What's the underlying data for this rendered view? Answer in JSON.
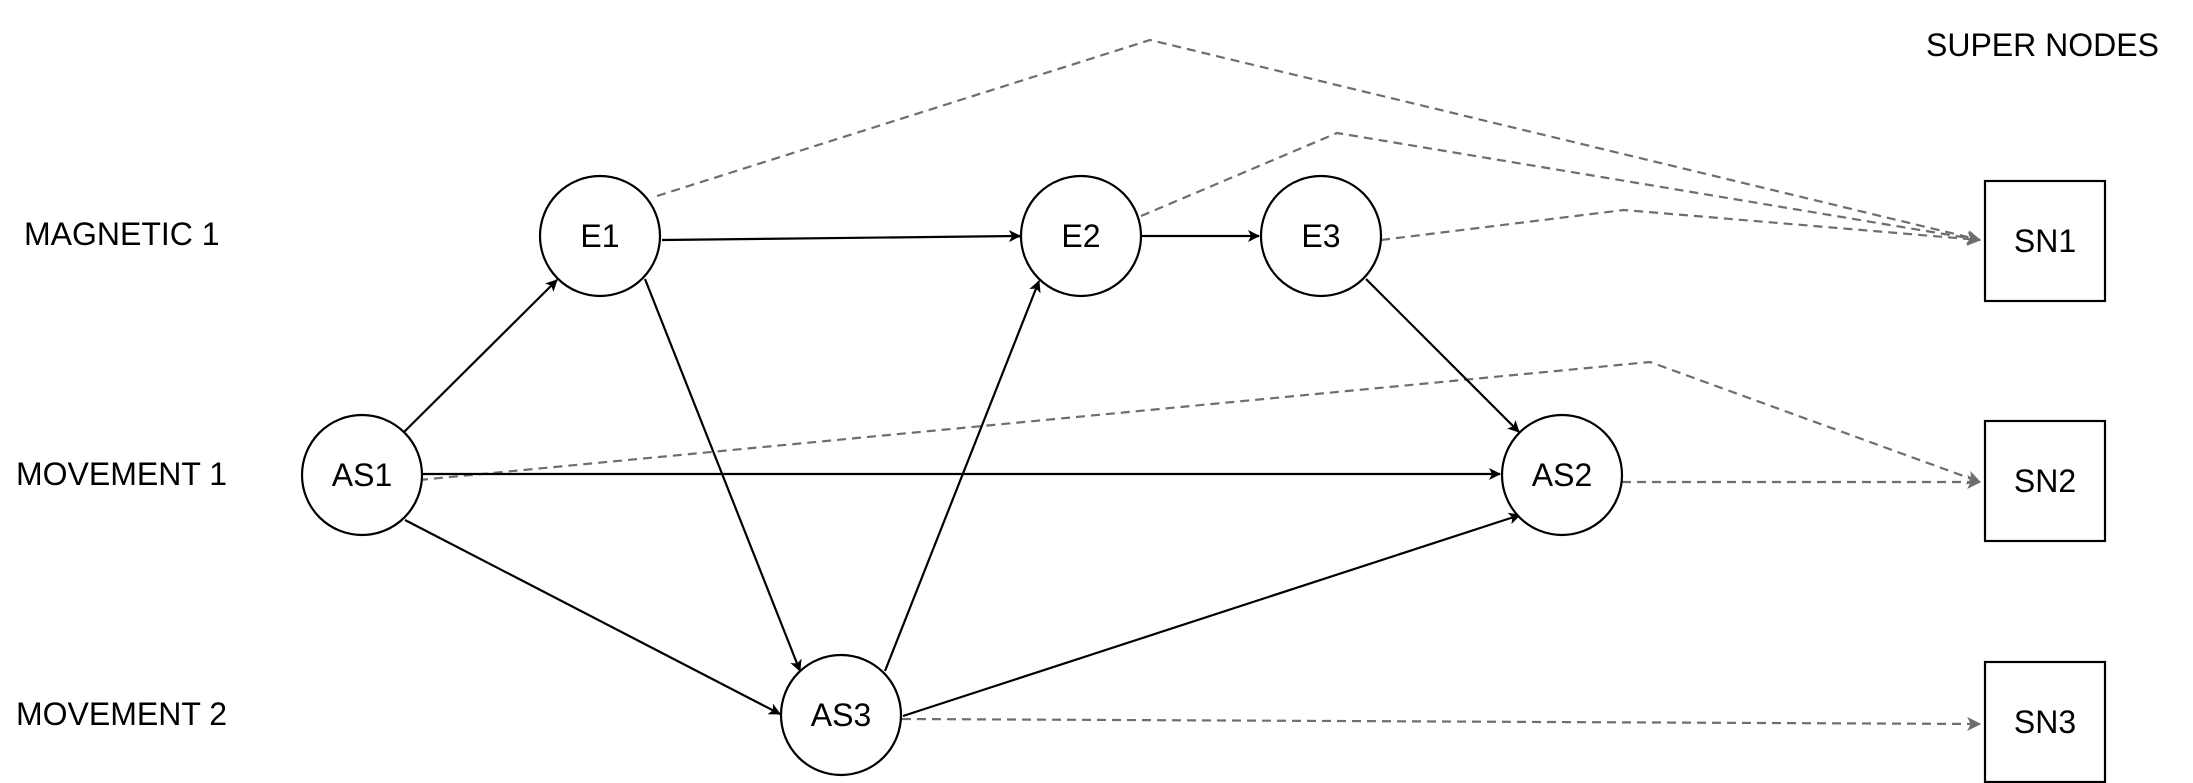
{
  "row_labels": {
    "magnetic_1": "MAGNETIC 1",
    "movement_1": "MOVEMENT 1",
    "movement_2": "MOVEMENT 2"
  },
  "header": {
    "super_nodes": "SUPER NODES"
  },
  "nodes": {
    "E1": "E1",
    "E2": "E2",
    "E3": "E3",
    "AS1": "AS1",
    "AS2": "AS2",
    "AS3": "AS3",
    "SN1": "SN1",
    "SN2": "SN2",
    "SN3": "SN3"
  },
  "edges": {
    "solid": [
      [
        "AS1",
        "E1"
      ],
      [
        "AS1",
        "AS2"
      ],
      [
        "AS1",
        "AS3"
      ],
      [
        "E1",
        "E2"
      ],
      [
        "E1",
        "AS3"
      ],
      [
        "E2",
        "E3"
      ],
      [
        "E3",
        "AS2"
      ],
      [
        "AS3",
        "E2"
      ],
      [
        "AS3",
        "AS2"
      ]
    ],
    "dashed": [
      [
        "E1",
        "SN1"
      ],
      [
        "E2",
        "SN1"
      ],
      [
        "E3",
        "SN1"
      ],
      [
        "AS1",
        "SN2"
      ],
      [
        "AS2",
        "SN2"
      ],
      [
        "AS3",
        "SN3"
      ]
    ]
  },
  "colors": {
    "solid_edge": "#000000",
    "dashed_edge": "#6e6e6e",
    "node_stroke": "#000000",
    "background": "#ffffff"
  }
}
